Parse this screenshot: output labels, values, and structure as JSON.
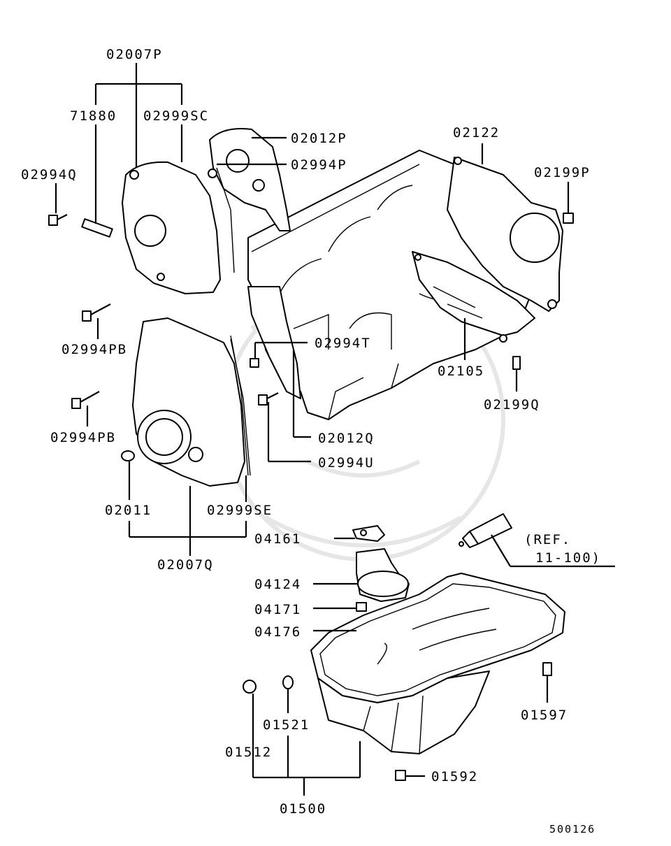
{
  "labels": {
    "p02007P": "02007P",
    "p71880": "71880",
    "p02999SC": "02999SC",
    "p02994Q": "02994Q",
    "p02012P": "02012P",
    "p02994P": "02994P",
    "p02122": "02122",
    "p02199P": "02199P",
    "p02994PB_a": "02994PB",
    "p02994T": "02994T",
    "p02105": "02105",
    "p02199Q": "02199Q",
    "p02994PB_b": "02994PB",
    "p02012Q": "02012Q",
    "p02994U": "02994U",
    "p02011": "02011",
    "p02999SE": "02999SE",
    "p02007Q": "02007Q",
    "p04161": "04161",
    "ref_line1": "(REF.",
    "ref_line2": "11-100)",
    "p04124": "04124",
    "p04171": "04171",
    "p04176": "04176",
    "p01597": "01597",
    "p01521": "01521",
    "p01512": "01512",
    "p01592": "01592",
    "p01500": "01500",
    "diagram_id": "500126"
  }
}
